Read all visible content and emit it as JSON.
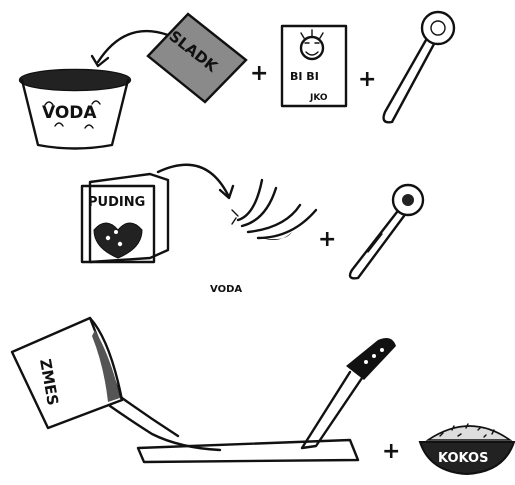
{
  "row1": {
    "water_label": "VODA",
    "sugar_label": "SLADK",
    "egg_pack_label_line1": "BI BI",
    "egg_pack_label_line2": "JKO",
    "plus_signs": [
      "+",
      "+"
    ]
  },
  "row2": {
    "pudding_label": "PUDING",
    "water_label": "VODA",
    "plus_signs": [
      "+"
    ]
  },
  "row3": {
    "mix_label": "ZMES",
    "coconut_label": "KOKOS",
    "plus_signs": [
      "+"
    ]
  },
  "colors": {
    "ink": "#111111",
    "sugar_bag": "#8a8a8a",
    "paper": "#ffffff"
  },
  "icons": [
    "pot-icon",
    "sugar-bag-icon",
    "egg-pack-icon",
    "spoon-icon",
    "pudding-box-icon",
    "whisk-icon",
    "pitcher-icon",
    "tray-icon",
    "knife-icon",
    "coconut-bowl-icon"
  ]
}
